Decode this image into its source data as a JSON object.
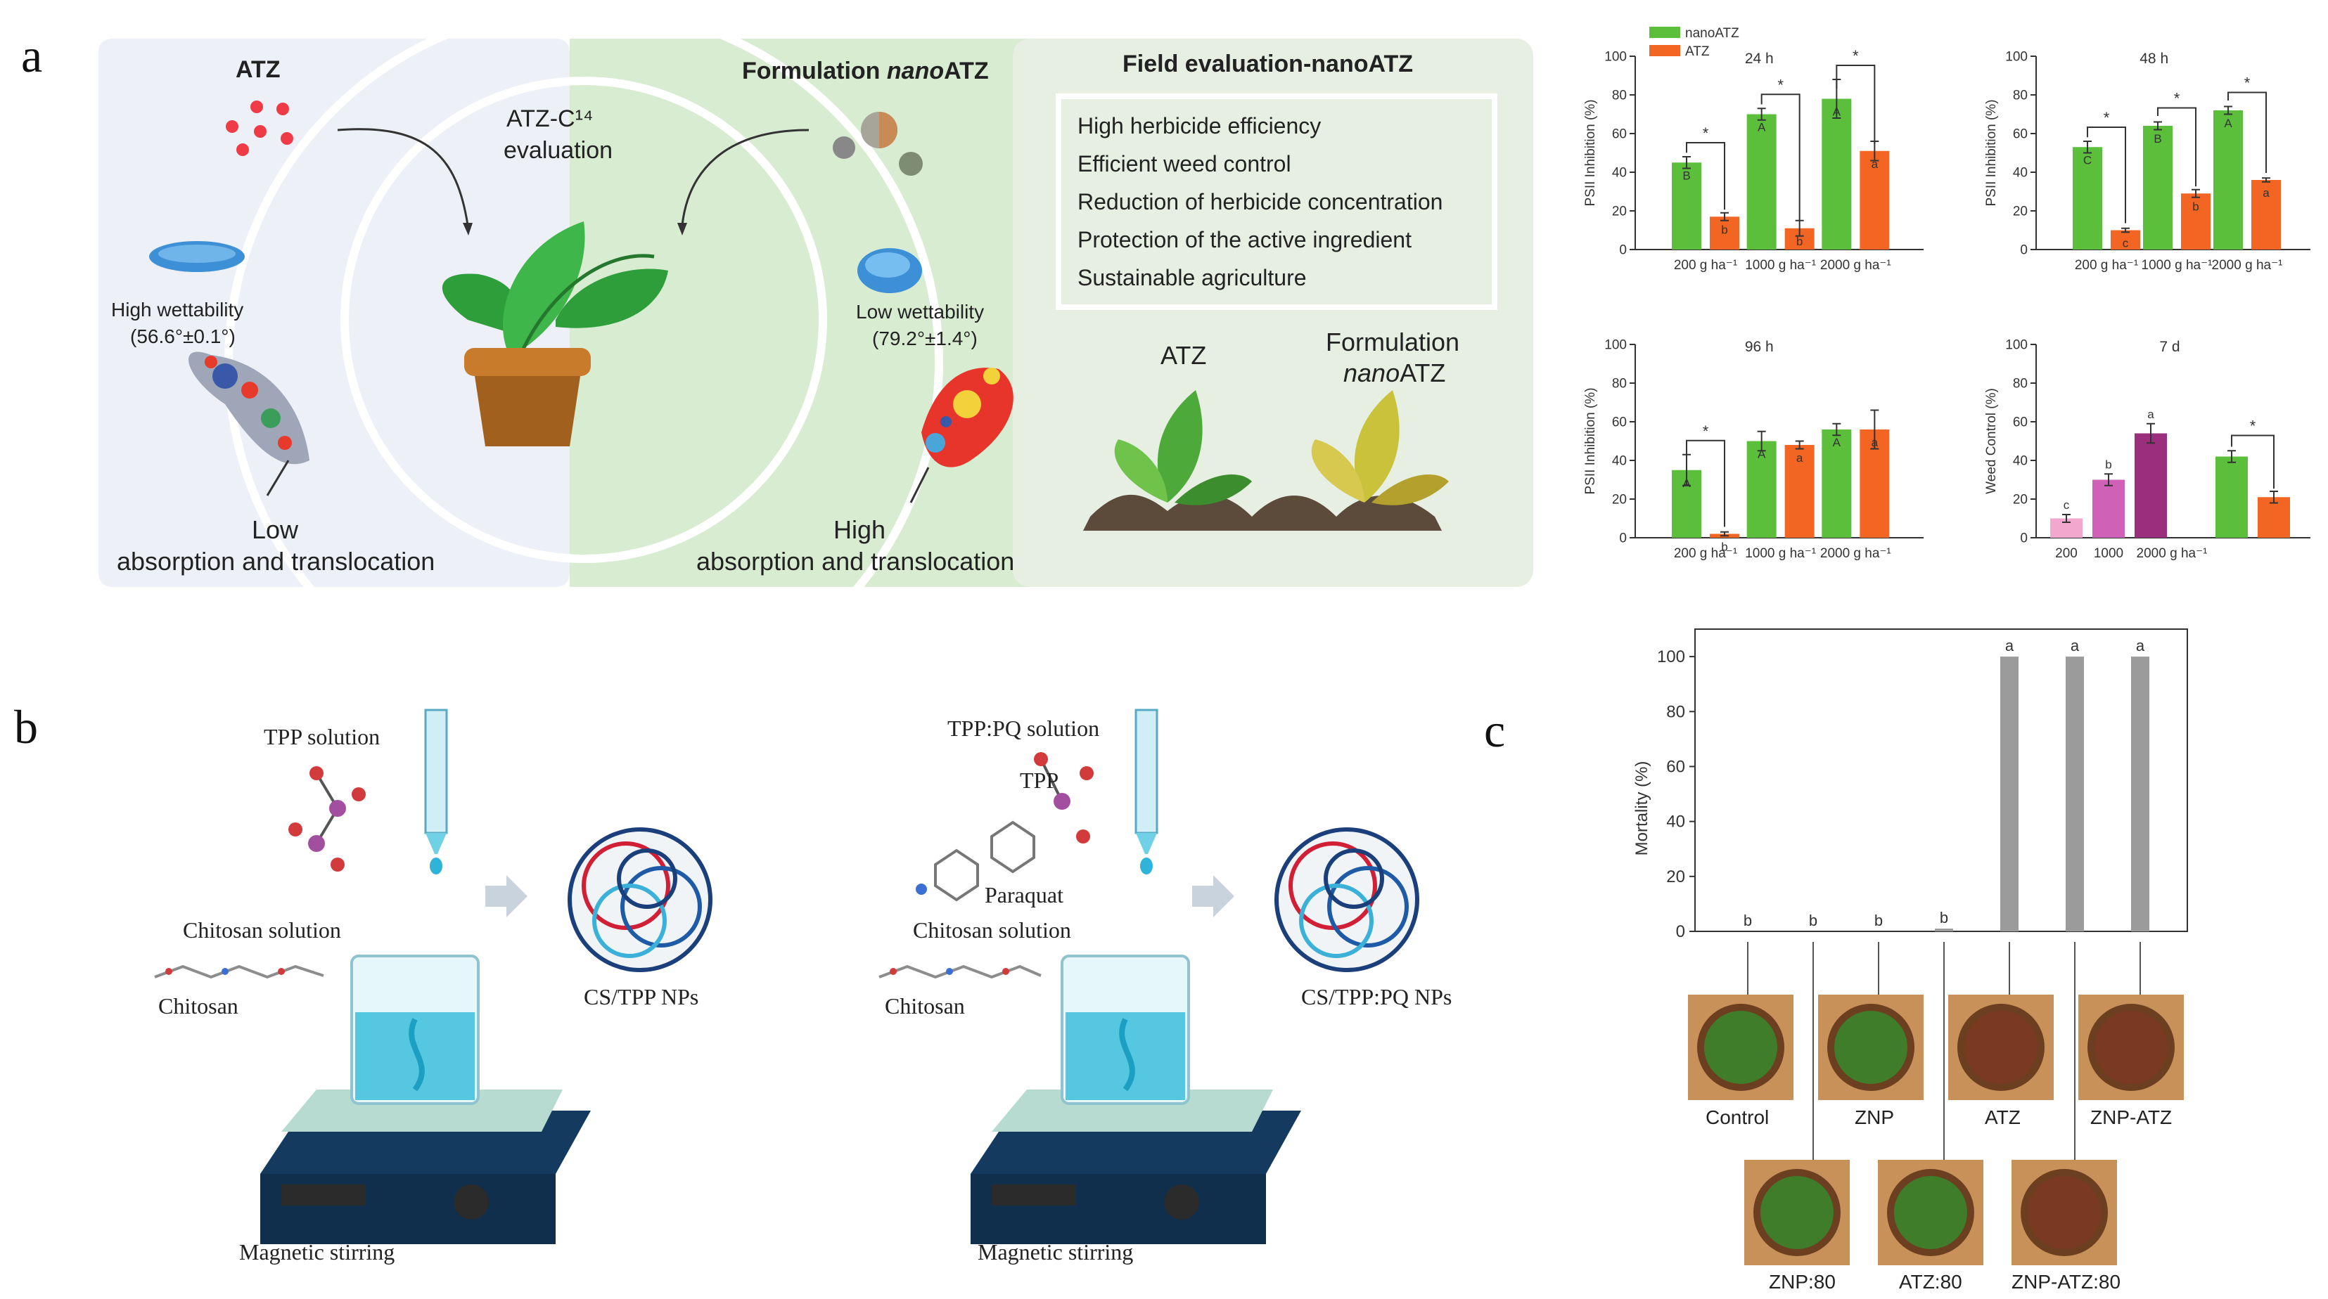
{
  "panels": {
    "a": "a",
    "b": "b",
    "c": "c"
  },
  "panel_a": {
    "atz_title": "ATZ",
    "atz_wettability": "High wettability",
    "atz_angle": "(56.6°±0.1°)",
    "atz_absorption_1": "Low",
    "atz_absorption_2": "absorption and translocation",
    "center_label_1": "ATZ-C¹⁴",
    "center_label_2": "evaluation",
    "nano_title_prefix": "Formulation ",
    "nano_title_italic": "nano",
    "nano_title_suffix": "ATZ",
    "nano_wettability": "Low wettability",
    "nano_angle": "(79.2°±1.4°)",
    "nano_absorption_1": "High",
    "nano_absorption_2": "absorption and translocation",
    "field_title": "Field evaluation-nanoATZ",
    "field_items": [
      "High herbicide efficiency",
      "Efficient weed control",
      "Reduction of herbicide concentration",
      "Protection of the active ingredient",
      "Sustainable agriculture"
    ],
    "field_atz": "ATZ",
    "field_nano_1": "Formulation",
    "field_nano_2_italic": "nano",
    "field_nano_2_suffix": "ATZ"
  },
  "colors": {
    "nano": "#5cbf3c",
    "atz": "#f26522",
    "c200": "#f2a7cf",
    "c1000": "#cf62b6",
    "c2000": "#9c2f7d",
    "mortality": "#9b9b9b",
    "panel_left_bg": "#eef0f8",
    "panel_mid_bg": "#d7ecd0",
    "panel_right_bg": "#e6efe2"
  },
  "chart_data": [
    {
      "type": "bar",
      "id": "psii_24h",
      "title": "24 h",
      "ylabel": "PSII Inhibition (%)",
      "ylim": [
        0,
        100
      ],
      "yticks": [
        0,
        20,
        40,
        60,
        80,
        100
      ],
      "categories": [
        "200 g ha⁻¹",
        "1000 g ha⁻¹",
        "2000 g ha⁻¹"
      ],
      "legend": [
        "nanoATZ",
        "ATZ"
      ],
      "series": [
        {
          "name": "nanoATZ",
          "values": [
            45,
            70,
            78
          ],
          "errors": [
            3,
            3,
            10
          ],
          "letters": [
            "B",
            "A",
            "A"
          ]
        },
        {
          "name": "ATZ",
          "values": [
            17,
            11,
            51
          ],
          "errors": [
            2,
            4,
            5
          ],
          "letters": [
            "b",
            "b",
            "a"
          ]
        }
      ],
      "significance": [
        "*",
        "*",
        "*"
      ]
    },
    {
      "type": "bar",
      "id": "psii_48h",
      "title": "48 h",
      "ylabel": "PSII Inhibition (%)",
      "ylim": [
        0,
        100
      ],
      "yticks": [
        0,
        20,
        40,
        60,
        80,
        100
      ],
      "categories": [
        "200 g ha⁻¹",
        "1000 g ha⁻¹",
        "2000 g ha⁻¹"
      ],
      "series": [
        {
          "name": "nanoATZ",
          "values": [
            53,
            64,
            72
          ],
          "errors": [
            3,
            2,
            2
          ],
          "letters": [
            "C",
            "B",
            "A"
          ]
        },
        {
          "name": "ATZ",
          "values": [
            10,
            29,
            36
          ],
          "errors": [
            1,
            2,
            1
          ],
          "letters": [
            "c",
            "b",
            "a"
          ]
        }
      ],
      "significance": [
        "*",
        "*",
        "*"
      ]
    },
    {
      "type": "bar",
      "id": "psii_96h",
      "title": "96 h",
      "ylabel": "PSII Inhibition (%)",
      "ylim": [
        0,
        100
      ],
      "yticks": [
        0,
        20,
        40,
        60,
        80,
        100
      ],
      "categories": [
        "200 g ha⁻¹",
        "1000 g ha⁻¹",
        "2000 g ha⁻¹"
      ],
      "series": [
        {
          "name": "nanoATZ",
          "values": [
            35,
            50,
            56
          ],
          "errors": [
            8,
            5,
            3
          ],
          "letters": [
            "A",
            "A",
            "A"
          ]
        },
        {
          "name": "ATZ",
          "values": [
            2,
            48,
            56
          ],
          "errors": [
            1,
            2,
            10
          ],
          "letters": [
            "b",
            "a",
            "a"
          ]
        }
      ],
      "significance": [
        "*",
        "",
        ""
      ]
    },
    {
      "type": "bar",
      "id": "weed_control_7d",
      "title": "7 d",
      "ylabel": "Weed Control (%)",
      "ylim": [
        0,
        100
      ],
      "yticks": [
        0,
        20,
        40,
        60,
        80,
        100
      ],
      "categories": [
        "200",
        "1000",
        "2000 g ha⁻¹"
      ],
      "values": [
        10,
        30,
        54
      ],
      "errors": [
        2,
        3,
        5
      ],
      "letters": [
        "c",
        "b",
        "a"
      ],
      "comparison": {
        "nanoATZ": 42,
        "ATZ": 21,
        "errors": [
          3,
          3
        ],
        "significance": "*"
      }
    },
    {
      "type": "bar",
      "id": "mortality",
      "ylabel": "Mortality (%)",
      "ylim": [
        0,
        110
      ],
      "yticks": [
        0,
        20,
        40,
        60,
        80,
        100
      ],
      "categories": [
        "Control",
        "ZNP:80",
        "ZNP",
        "ATZ:80",
        "ATZ",
        "ZNP-ATZ:80",
        "ZNP-ATZ"
      ],
      "values": [
        0,
        0,
        0,
        1,
        100,
        100,
        100
      ],
      "letters": [
        "b",
        "b",
        "b",
        "b",
        "a",
        "a",
        "a"
      ]
    }
  ],
  "panel_b": {
    "left": {
      "tpp": "TPP solution",
      "chitosan_solution": "Chitosan solution",
      "chitosan": "Chitosan",
      "np": "CS/TPP NPs",
      "stirring": "Magnetic stirring"
    },
    "right": {
      "tpp_pq": "TPP:PQ solution",
      "tpp": "TPP",
      "paraquat": "Paraquat",
      "chitosan_solution": "Chitosan solution",
      "chitosan": "Chitosan",
      "np": "CS/TPP:PQ NPs",
      "stirring": "Magnetic stirring"
    }
  },
  "panel_c": {
    "photo_labels_top": [
      "Control",
      "ZNP",
      "ATZ",
      "ZNP-ATZ"
    ],
    "photo_labels_bottom": [
      "ZNP:80",
      "ATZ:80",
      "ZNP-ATZ:80"
    ]
  }
}
